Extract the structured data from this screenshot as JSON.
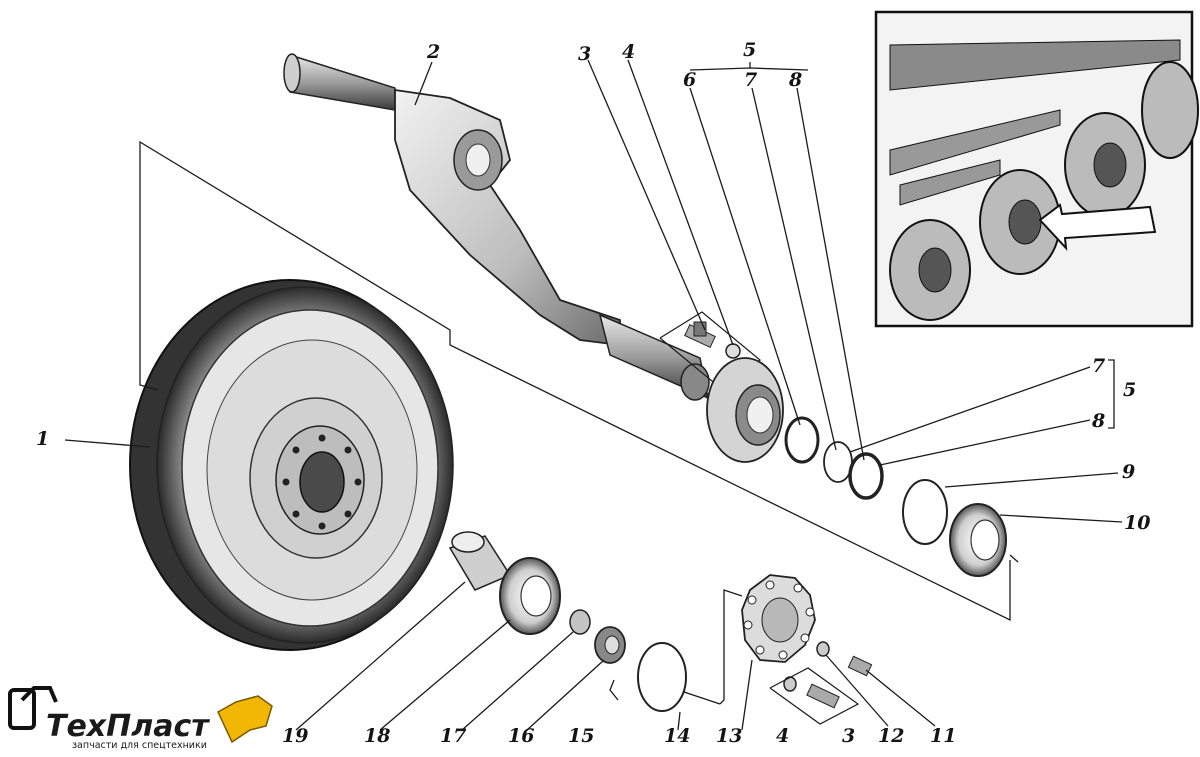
{
  "diagram": {
    "part_labels": [
      "1",
      "2",
      "3",
      "4",
      "5",
      "6",
      "7",
      "8",
      "9",
      "10",
      "11",
      "12",
      "13",
      "14",
      "15",
      "16",
      "17",
      "18",
      "19"
    ],
    "group_labels": {
      "top": {
        "main": "5",
        "a": "6",
        "b": "7",
        "c": "8"
      },
      "right": {
        "main": "5",
        "a": "7",
        "b": "8"
      },
      "bottom": {
        "a": "4",
        "b": "3"
      },
      "top_pair": {
        "a": "3",
        "b": "4"
      }
    },
    "logo": {
      "name": "ТехПласт",
      "tagline": "запчасти для спецтехники",
      "brand_color": "#f2b705"
    },
    "inset": {
      "title": "",
      "arrow": "arrow-icon"
    }
  }
}
